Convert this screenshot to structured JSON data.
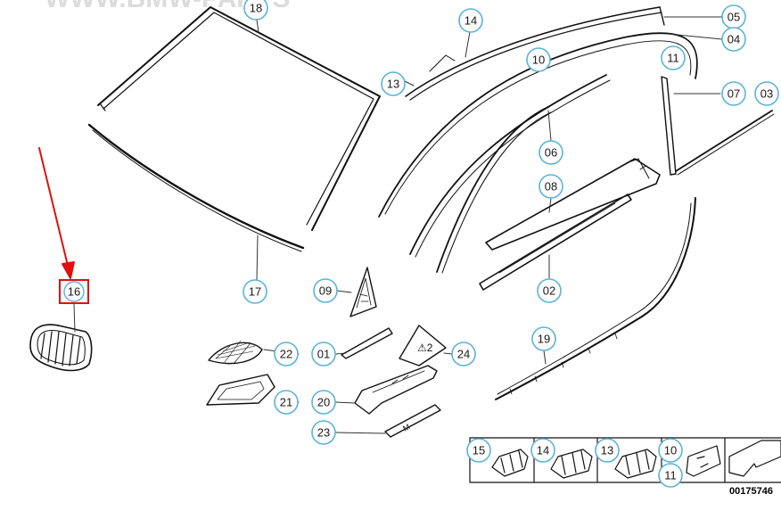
{
  "watermark": "WWW.BMW-PARTS",
  "reference_number": "00175746",
  "highlight_color": "#e01010",
  "callout_color": "#5ab4d6",
  "highlighted_callout": "16",
  "callouts": {
    "c18": "18",
    "c14": "14",
    "c05": "05",
    "c04": "04",
    "c10": "10",
    "c11": "11",
    "c13": "13",
    "c07": "07",
    "c03": "03",
    "c06": "06",
    "c08": "08",
    "c17": "17",
    "c09": "09",
    "c02": "02",
    "c16": "16",
    "c19": "19",
    "c22": "22",
    "c01": "01",
    "c24": "24",
    "c21": "21",
    "c20": "20",
    "c23": "23",
    "b15": "15",
    "b14": "14",
    "b13": "13",
    "b10": "10",
    "b11": "11"
  }
}
